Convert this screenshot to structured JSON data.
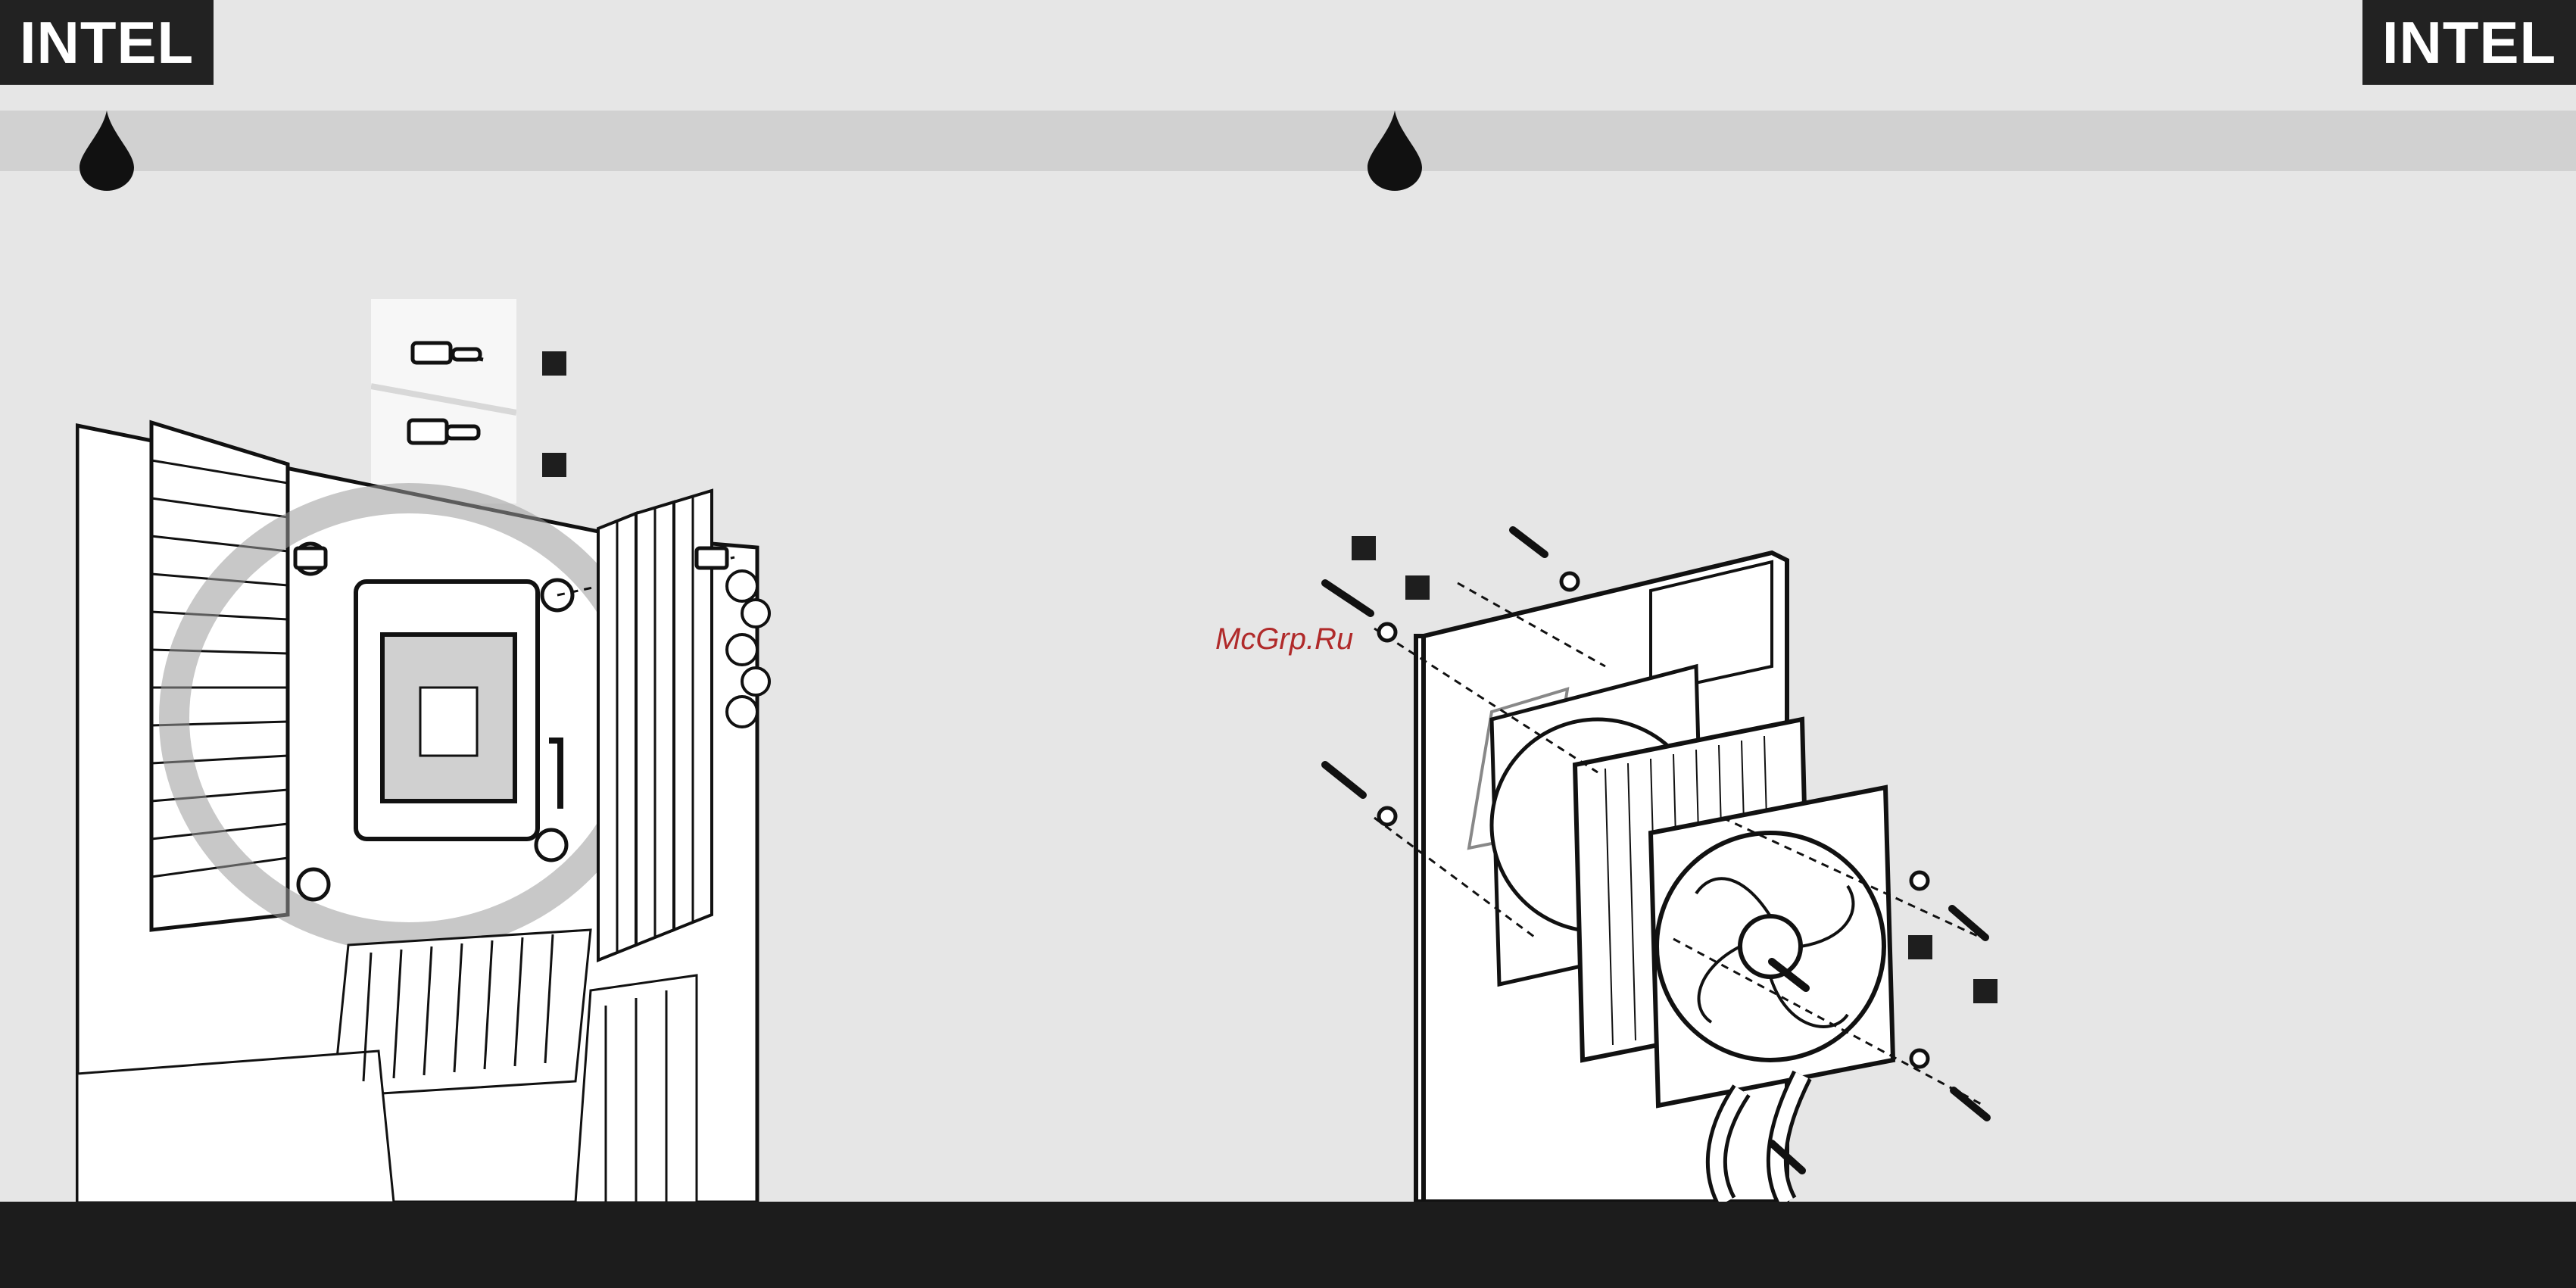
{
  "header": {
    "left_badge": "INTEL",
    "right_badge": "INTEL"
  },
  "icons": {
    "left_drop": "water-drop-icon",
    "right_drop": "water-drop-icon"
  },
  "watermark": "McGrp.Ru",
  "colors": {
    "background": "#e6e6e6",
    "band": "#d1d1d1",
    "badge": "#222222",
    "footer": "#1c1c1c",
    "watermark": "#b02a2a"
  }
}
